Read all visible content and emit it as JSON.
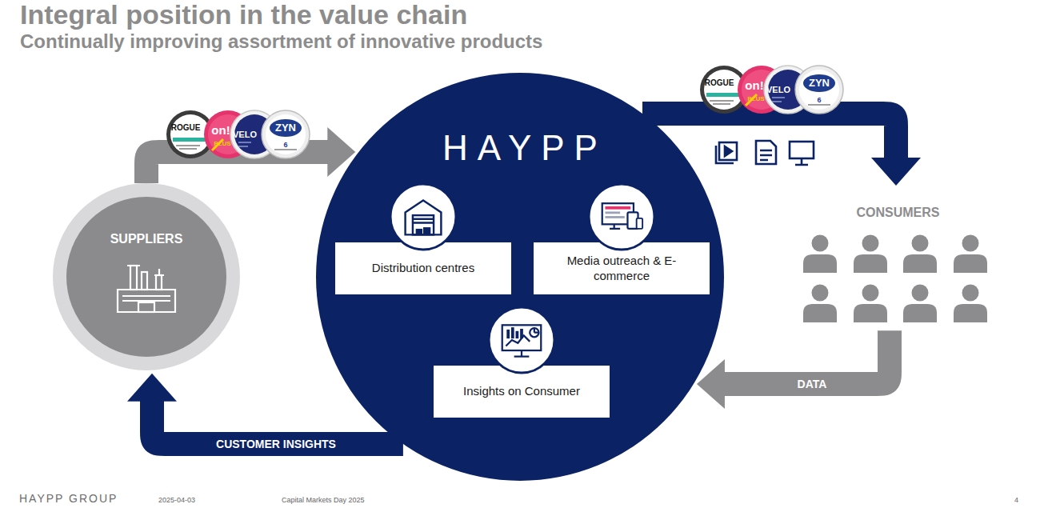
{
  "diagram": {
    "title": "Integral position in the value chain",
    "nodes": [
      {
        "text": [
          "SUPPLIERS"
        ]
      },
      {
        "text": [
          "HAYPP"
        ]
      },
      {
        "text": [
          "Distribution centres"
        ],
        "in": 1
      },
      {
        "text": [
          "Media outreach & E-commerce"
        ],
        "in": 1
      },
      {
        "text": [
          "Insights on Consumer"
        ],
        "in": 1
      },
      {
        "text": [
          "CONSUMERS"
        ]
      }
    ],
    "edges": [
      {
        "from": 0,
        "to": 1,
        "arrow": "to"
      },
      {
        "from": 1,
        "to": 5,
        "arrow": "to"
      },
      {
        "from": 5,
        "to": 1,
        "label": "DATA",
        "arrow": "to"
      },
      {
        "from": 1,
        "to": 0,
        "label": "CUSTOMER INSIGHTS",
        "arrow": "to"
      }
    ],
    "labels": [
      "Continually improving assortment of innovative products",
      "ROGUE",
      "on!",
      "PLUS",
      "VELO",
      "ZYN",
      "6",
      "ROGUE",
      "on!",
      "PLUS",
      "VELO",
      "ZYN",
      "6",
      "HAYPP GROUP",
      "2025-04-03",
      "Capital Markets Day 2025",
      "4"
    ]
  }
}
